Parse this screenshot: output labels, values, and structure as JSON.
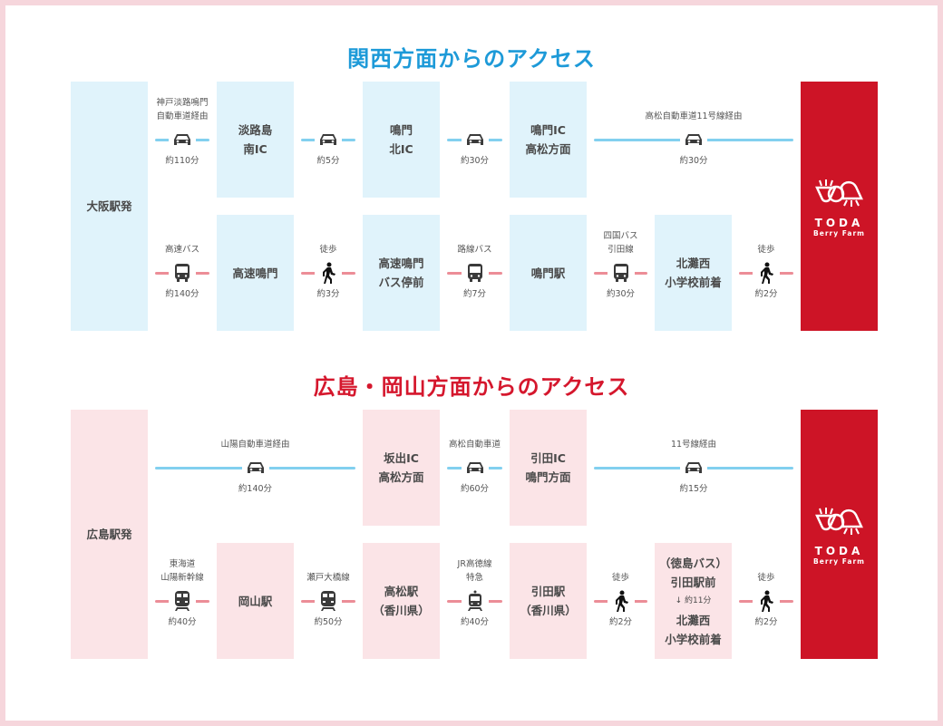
{
  "colors": {
    "kansai": "#1d9ad8",
    "hiroshima": "#d5172d",
    "goal": "#cd1426",
    "car_line": "#82d0ef",
    "transit_line": "#ec8d97"
  },
  "logo": {
    "name": "TODA",
    "sub": "Berry Farm"
  },
  "kansai": {
    "title": "関西方面からのアクセス",
    "origin": "大阪駅発",
    "row1": {
      "c1": {
        "label": [
          "神戸淡路鳴門",
          "自動車道経由"
        ],
        "icon": "car",
        "time": "約110分"
      },
      "b1": [
        "淡路島",
        "南IC"
      ],
      "c2": {
        "icon": "car",
        "time": "約5分"
      },
      "b2": [
        "鳴門",
        "北IC"
      ],
      "c3": {
        "icon": "car",
        "time": "約30分"
      },
      "b3": [
        "鳴門IC",
        "高松方面"
      ],
      "c4": {
        "label": [
          "高松自動車道11号線経由"
        ],
        "icon": "car",
        "time": "約30分"
      }
    },
    "row2": {
      "c1": {
        "label": [
          "高速バス"
        ],
        "icon": "bus",
        "time": "約140分"
      },
      "b1": [
        "高速鳴門"
      ],
      "c2": {
        "label": [
          "徒歩"
        ],
        "icon": "walk",
        "time": "約3分"
      },
      "b2": [
        "高速鳴門",
        "バス停前"
      ],
      "c3": {
        "label": [
          "路線バス"
        ],
        "icon": "bus",
        "time": "約7分"
      },
      "b3": [
        "鳴門駅"
      ],
      "c4": {
        "label": [
          "四国バス",
          "引田線"
        ],
        "icon": "bus",
        "time": "約30分"
      },
      "b4": [
        "北灘西",
        "小学校前着"
      ],
      "c5": {
        "label": [
          "徒歩"
        ],
        "icon": "walk",
        "time": "約2分"
      }
    }
  },
  "hiroshima": {
    "title": "広島・岡山方面からのアクセス",
    "origin": "広島駅発",
    "row1": {
      "c1": {
        "label": [
          "山陽自動車道経由"
        ],
        "icon": "car",
        "time": "約140分"
      },
      "b1": [
        "坂出IC",
        "高松方面"
      ],
      "c2": {
        "label": [
          "高松自動車道"
        ],
        "icon": "car",
        "time": "約60分"
      },
      "b2": [
        "引田IC",
        "鳴門方面"
      ],
      "c3": {
        "label": [
          "11号線経由"
        ],
        "icon": "car",
        "time": "約15分"
      }
    },
    "row2": {
      "c1": {
        "label": [
          "東海道",
          "山陽新幹線"
        ],
        "icon": "shinkansen",
        "time": "約40分"
      },
      "b1": [
        "岡山駅"
      ],
      "c2": {
        "label": [
          "瀬戸大橋線"
        ],
        "icon": "shinkansen",
        "time": "約50分"
      },
      "b2": [
        "高松駅",
        "（香川県）"
      ],
      "c3": {
        "label": [
          "JR高徳線",
          "特急"
        ],
        "icon": "train",
        "time": "約40分"
      },
      "b3": [
        "引田駅",
        "（香川県）"
      ],
      "c4": {
        "label": [
          "徒歩"
        ],
        "icon": "walk",
        "time": "約2分"
      },
      "b4": [
        "（徳島バス）",
        "引田駅前",
        "↓ 約11分",
        "北灘西",
        "小学校前着"
      ],
      "c5": {
        "label": [
          "徒歩"
        ],
        "icon": "walk",
        "time": "約2分"
      }
    }
  }
}
